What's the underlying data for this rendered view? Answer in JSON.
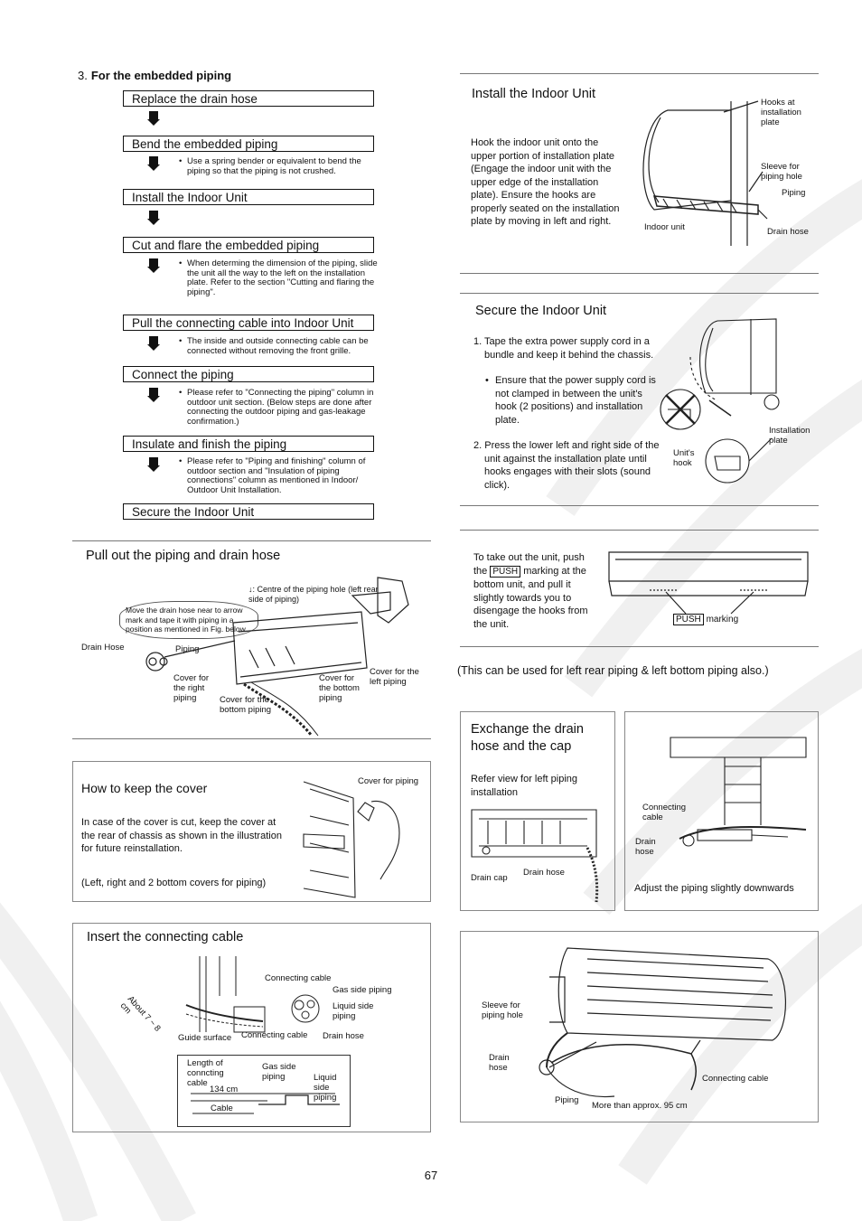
{
  "heading": {
    "number": "3.",
    "text": "For the embedded piping"
  },
  "flow": {
    "steps": [
      "Replace the drain hose",
      "Bend the embedded piping",
      "Install the Indoor Unit",
      "Cut and flare the embedded piping",
      "Pull the connecting cable into Indoor Unit",
      "Connect the piping",
      "Insulate and finish the piping",
      "Secure the Indoor Unit"
    ],
    "notes": {
      "bend": "Use a spring bender or equivalent to bend the piping so that the piping is not crushed.",
      "cut": "When determing the dimension of the piping, slide the unit all the way to the left on the installation plate. Refer to the section \"Cutting and flaring the piping\".",
      "pull": "The inside and outside connecting cable can be connected without removing the front grille.",
      "connect": "Please refer to \"Connecting the piping\" column in outdoor unit section. (Below steps are done after connecting the outdoor piping and gas-leakage confirmation.)",
      "insulate": "Please refer to \"Piping and finishing\" column of outdoor section and \"Insulation of piping connections\" column as mentioned in Indoor/ Outdoor Unit Installation."
    }
  },
  "pull_out": {
    "title": "Pull out the piping and drain hose",
    "centre_note": "↓: Centre of the piping hole (left rear side of piping)",
    "move_note": "Move the drain hose near to arrow mark and tape it with piping in a position as mentioned in Fig. below",
    "drain_hose": "Drain Hose",
    "piping": "Piping",
    "cover_right": "Cover for the right piping",
    "cover_bottom_piping": "Cover for the bottom piping",
    "cover_the_bottom": "Cover for the bottom piping",
    "cover_left": "Cover for the left piping"
  },
  "keep_cover": {
    "title": "How to keep the cover",
    "text": "In case of the cover is cut, keep the cover at the rear of chassis as shown in the illustration for future reinstallation.",
    "foot": "(Left, right and 2 bottom covers for piping)",
    "label": "Cover for piping"
  },
  "insert_cable": {
    "title": "Insert the connecting cable",
    "about": "About 7 ~ 8 cm",
    "connecting_cable": "Connecting cable",
    "gas_side": "Gas side piping",
    "liquid_side": "Liquid side piping",
    "guide_surface": "Guide surface",
    "connecting_cable2": "Connecting cable",
    "drain_hose": "Drain hose",
    "length_label": "Length of conncting cable",
    "length_value": "134 cm",
    "cable": "Cable",
    "gas_side2": "Gas side piping",
    "liquid_side2": "Liquid side piping"
  },
  "install_unit": {
    "title": "Install the Indoor Unit",
    "text": "Hook the indoor unit onto the upper portion of installation plate (Engage the indoor unit with the upper edge of the installation plate). Ensure the hooks are properly seated on the installation plate by moving in left and right.",
    "hooks": "Hooks at installation plate",
    "sleeve": "Sleeve for piping hole",
    "piping": "Piping",
    "indoor_unit": "Indoor unit",
    "drain_hose": "Drain hose"
  },
  "secure_unit": {
    "title": "Secure the Indoor Unit",
    "step1": "1. Tape the extra power supply cord in a bundle and keep it behind the chassis.",
    "bullet": "Ensure that the power supply cord is not clamped in between the unit's hook (2 positions) and installation plate.",
    "step2": "2. Press the lower left and right side of the unit against the installation plate until hooks engages with their slots (sound click).",
    "install_plate": "Installation plate",
    "units_hook": "Unit's hook"
  },
  "take_out": {
    "text_pre": "To take out the unit, push the",
    "push": "PUSH",
    "text_post": "marking at the bottom unit, and pull it slightly towards you to disengage the hooks from the unit.",
    "push_label": "PUSH",
    "marking": "marking"
  },
  "caption": "(This can be used for left rear piping & left bottom piping also.)",
  "exchange": {
    "title": "Exchange the drain hose and the cap",
    "text": "Refer view for left piping installation",
    "drain_cap": "Drain cap",
    "drain_hose": "Drain hose"
  },
  "adjust": {
    "connecting_cable": "Connecting cable",
    "drain_hose": "Drain hose",
    "caption": "Adjust the piping slightly downwards"
  },
  "final": {
    "sleeve": "Sleeve for piping hole",
    "drain_hose": "Drain hose",
    "piping": "Piping",
    "more_than": "More than approx. 95 cm",
    "connecting_cable": "Connecting cable"
  },
  "page_number": "67"
}
